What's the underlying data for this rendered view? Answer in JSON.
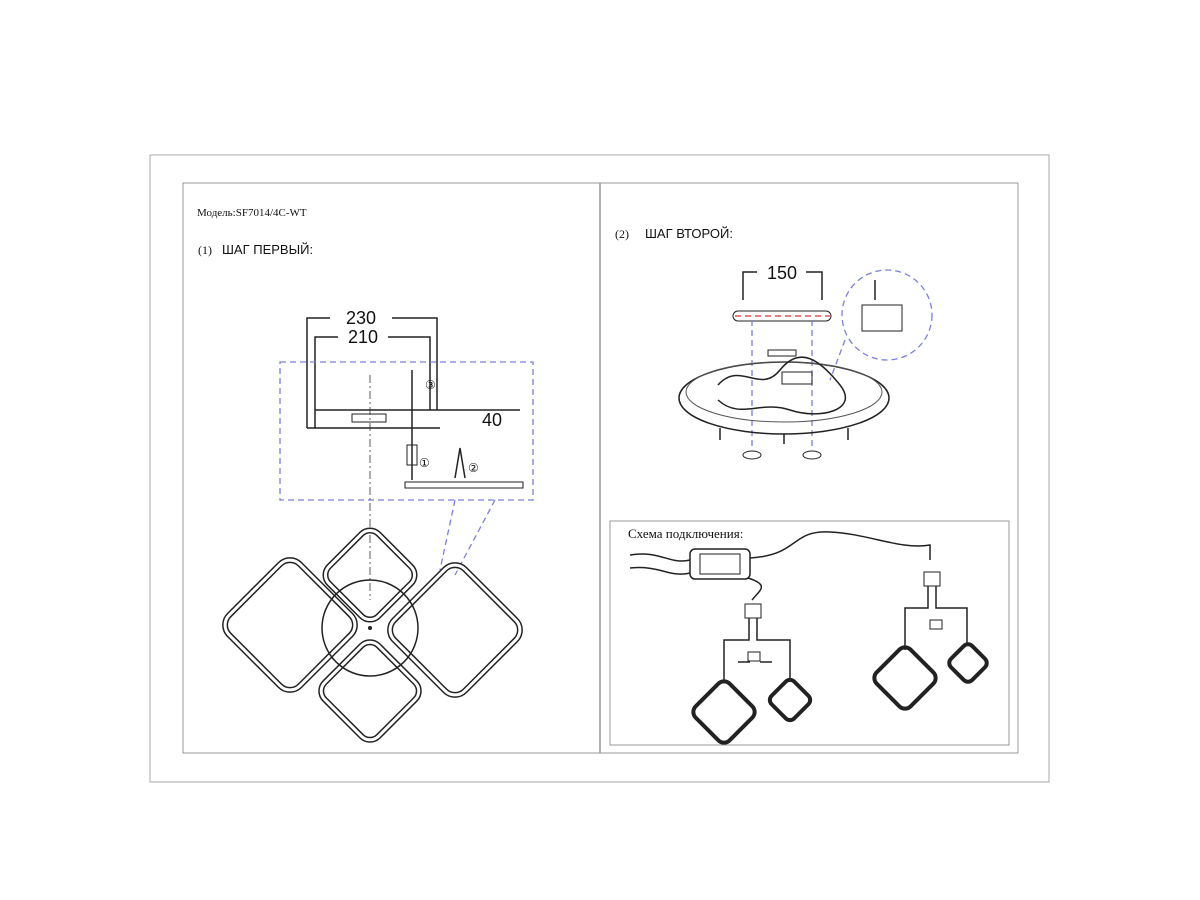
{
  "page": {
    "model_label": "Модель:SF7014/4C-WT",
    "step1": {
      "number": "(1)",
      "title": "ШАГ ПЕРВЫЙ:"
    },
    "step2": {
      "number": "(2)",
      "title": "ШАГ ВТОРОЙ:"
    },
    "scheme_title": "Схема подключения:"
  },
  "step1_diagram": {
    "dimension_outer": "230",
    "dimension_inner": "210",
    "dimension_depth": "40",
    "callouts": [
      "①",
      "②",
      "③"
    ]
  },
  "step2_diagram": {
    "dimension_mount": "150"
  },
  "colors": {
    "dashed_guides": "#7b7fdc",
    "axis_red": "#dd3333",
    "frame": "#999999"
  }
}
